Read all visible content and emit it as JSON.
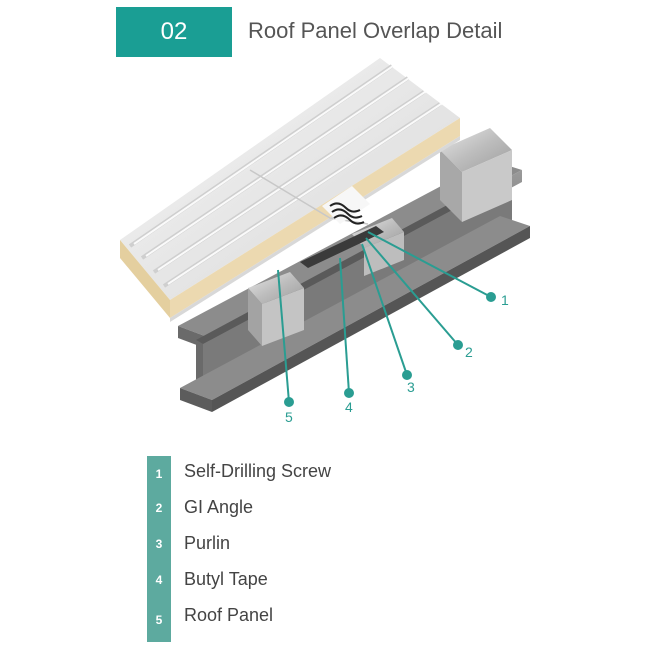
{
  "header": {
    "badge": "02",
    "title": "Roof Panel Overlap Detail"
  },
  "colors": {
    "accent": "#1a9e94",
    "legend_number_bg": "#5daa9f",
    "callout_line": "#2a9d92"
  },
  "callouts": [
    "1",
    "2",
    "3",
    "4",
    "5"
  ],
  "legend": {
    "items": [
      {
        "number": "1",
        "label": "Self-Drilling Screw"
      },
      {
        "number": "2",
        "label": "GI Angle"
      },
      {
        "number": "3",
        "label": "Purlin"
      },
      {
        "number": "4",
        "label": "Butyl Tape"
      },
      {
        "number": "5",
        "label": "Roof Panel"
      }
    ]
  }
}
